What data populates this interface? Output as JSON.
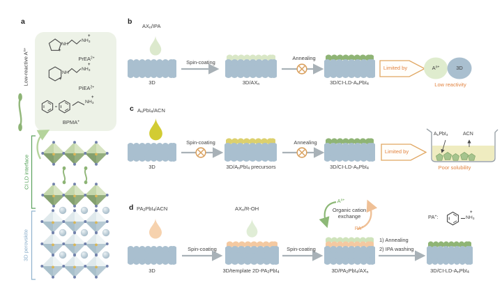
{
  "colors": {
    "accent_orange": "#e2833f",
    "interface_green": "#4e9e52",
    "perovskite_blue": "#86abc8",
    "slab_blue": "#a9bfcf",
    "ld_layer_green": "#8fb475",
    "precursor_yellow": "#d2cc33",
    "template_peach": "#f4c9a1"
  },
  "panel_a": {
    "label": "a",
    "group_label": "Low-reactive A^{n+}",
    "molecules": [
      {
        "name": "PrEA^{2+}",
        "ring_n": "NH",
        "ring_charge": "+",
        "amine": "NH_{3}",
        "amine_charge": "+"
      },
      {
        "name": "PiEA^{2+}",
        "ring_n": "NH",
        "ring_charge": "+",
        "amine": "NH_{3}",
        "amine_charge": "+"
      },
      {
        "name": "BPMA^{+}",
        "amine": "NH_{3}",
        "amine_charge": "+"
      }
    ],
    "interface_label": "CI LD interface",
    "perovskite_label": "3D perovskite"
  },
  "panel_b": {
    "label": "b",
    "solution": "AX_{n}/IPA",
    "step1": "Spin-coating",
    "step2": "Annealing",
    "stages": [
      "3D",
      "3D/AX_{n}",
      "3D/CI-LD-A_{n}PbI_{4}"
    ],
    "limited_by": "Limited by",
    "reactant_circle": "A^{n+}",
    "substrate_circle": "3D",
    "limitation": "Low reactivity"
  },
  "panel_c": {
    "label": "c",
    "solution": "A_{n}PbI_{4}/ACN",
    "step1": "Spin-coating",
    "step2": "Annealing",
    "stages": [
      "3D",
      "3D/A_{n}PbI_{4} precursors",
      "3D/CI-LD-A_{n}PbI_{4}"
    ],
    "limited_by": "Limited by",
    "beaker": {
      "solute": "A_{n}PbI_{4}",
      "solvent": "ACN"
    },
    "limitation": "Poor solubility"
  },
  "panel_d": {
    "label": "d",
    "solution1": "PA_{2}PbI_{4}/ACN",
    "solution2": "AX_{n}/R-OH",
    "step1": "Spin-coating",
    "step2": "Spin-coating",
    "step3a": "1) Annealing",
    "step3b": "2) IPA washing",
    "stages": [
      "3D",
      "3D/template 2D-PA_{2}PbI_{4}",
      "3D/PA_{2}PbI_{4}/AX_{n}",
      "3D/CI-LD-A_{n}PbI_{4}"
    ],
    "exchange": {
      "in_cation": "A^{n+}",
      "title_line1": "Organic cation",
      "title_line2": "exchange",
      "out_cation": "PA^{+}"
    },
    "pa_def": {
      "label": "PA^{+}:",
      "amine": "NH_{3}",
      "charge": "+"
    }
  }
}
